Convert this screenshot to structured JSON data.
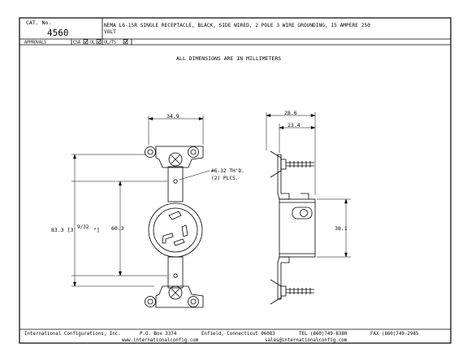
{
  "title_block": {
    "cat_label": "CAT. No.",
    "cat_number": "4560",
    "description_line1": "NEMA L6-15R SINGLE RECEPTACLE, BLACK, SIDE WIRED, 2 POLE 3 WIRE GROUNDING, 15 AMPERE 250",
    "description_line2": "VOLT",
    "approvals_label": "APPROVALS",
    "approvals": [
      "CSA",
      "UL",
      "UL/TS"
    ]
  },
  "note": "ALL DIMENSIONS ARE IN MILLIMETERS",
  "dimensions": {
    "front_width": "34.9",
    "thread_callout_line1": "#6-32 TH'D.",
    "thread_callout_line2": "(2) PLCS.",
    "mount_spacing": "60.3",
    "overall_height": "83.3 [3",
    "overall_height_frac": "9/32",
    "overall_height_close": "\"]",
    "side_depth_outer": "28.6",
    "side_depth_inner": "23.4",
    "side_height": "38.1"
  },
  "footer": {
    "company": "International Configurations, Inc.",
    "po_box": "P.O. Box 3374",
    "city": "Enfield, Connecticut 06083",
    "tel": "TEL (860)749-8380",
    "fax": "FAX (860)749-2985",
    "website": "www.internationalconfig.com",
    "email": "sales@internationalconfig.com"
  }
}
